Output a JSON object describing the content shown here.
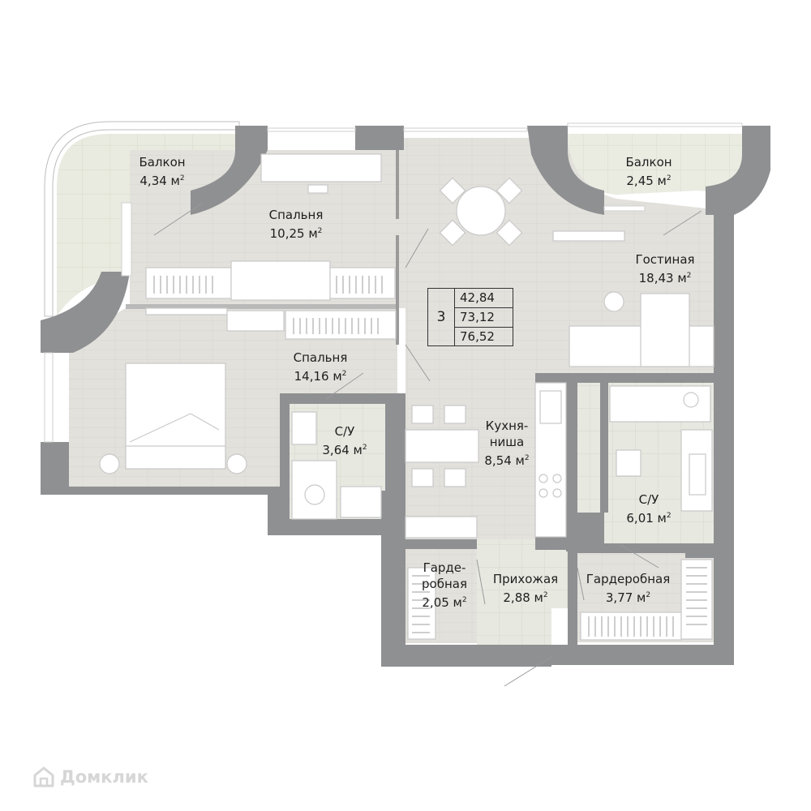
{
  "rooms": {
    "balcony_left": {
      "name": "Балкон",
      "area": "4,34 м",
      "unit_sup": "2"
    },
    "bedroom_1": {
      "name": "Спальня",
      "area": "10,25 м",
      "unit_sup": "2"
    },
    "balcony_right": {
      "name": "Балкон",
      "area": "2,45 м",
      "unit_sup": "2"
    },
    "living": {
      "name": "Гостиная",
      "area": "18,43 м",
      "unit_sup": "2"
    },
    "bedroom_2": {
      "name": "Спальня",
      "area": "14,16 м",
      "unit_sup": "2"
    },
    "bath_small": {
      "name": "С/У",
      "area": "3,64 м",
      "unit_sup": "2"
    },
    "kitchen": {
      "name_line1": "Кухня-",
      "name_line2": "ниша",
      "area": "8,54 м",
      "unit_sup": "2"
    },
    "bath_large": {
      "name": "С/У",
      "area": "6,01 м",
      "unit_sup": "2"
    },
    "wardrobe_small": {
      "name_line1": "Гарде-",
      "name_line2": "робная",
      "area": "2,05 м",
      "unit_sup": "2"
    },
    "hall": {
      "name": "Прихожая",
      "area": "2,88 м",
      "unit_sup": "2"
    },
    "wardrobe_large": {
      "name": "Гардеробная",
      "area": "3,77 м",
      "unit_sup": "2"
    }
  },
  "summary": {
    "rooms_count": "3",
    "living_area": "42,84",
    "total_area": "73,12",
    "total_with_balcony": "76,52"
  },
  "brand": {
    "text": "Домклик"
  },
  "colors": {
    "wall": "#8f9092",
    "floor_wood": "#e3e1dc",
    "floor_tile": "#e5e6de",
    "balcony_tile": "#e8eadf",
    "furniture": "#ffffff",
    "text": "#1e1e1e"
  }
}
